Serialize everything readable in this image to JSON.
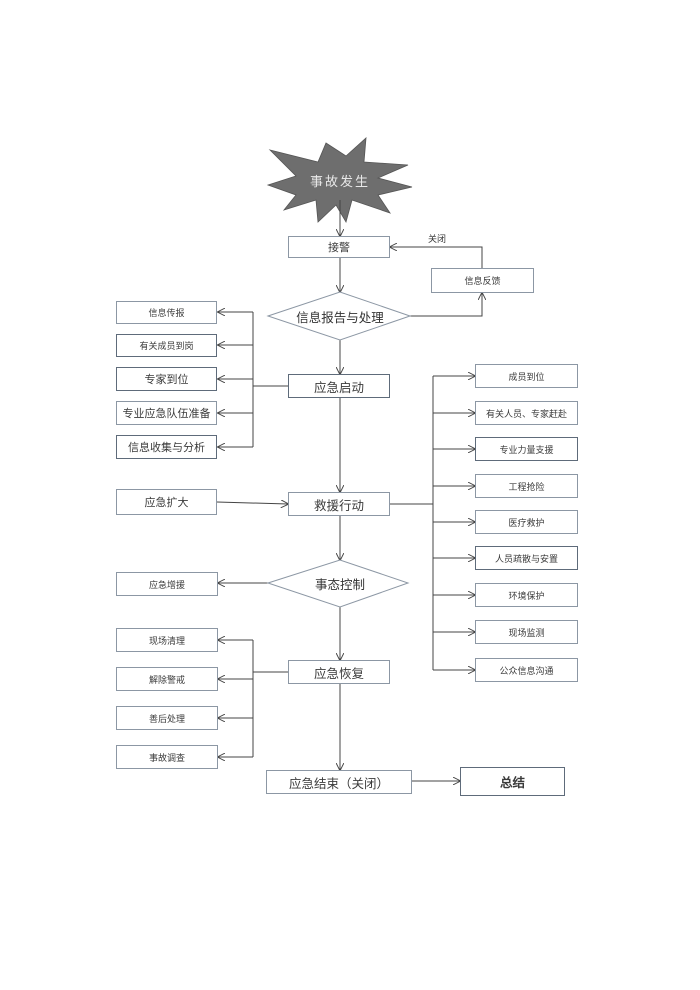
{
  "diagram": {
    "title": "应急响应流程图",
    "start": {
      "label": "事故发生",
      "shape": "starburst",
      "fill": "#6e6e6e"
    },
    "main_flow": [
      {
        "id": "receive",
        "label": "接警",
        "shape": "rect"
      },
      {
        "id": "report",
        "label": "信息报告与处理",
        "shape": "diamond"
      },
      {
        "id": "activate",
        "label": "应急启动",
        "shape": "rect"
      },
      {
        "id": "rescue",
        "label": "救援行动",
        "shape": "rect"
      },
      {
        "id": "control",
        "label": "事态控制",
        "shape": "diamond"
      },
      {
        "id": "recovery",
        "label": "应急恢复",
        "shape": "rect"
      },
      {
        "id": "end",
        "label": "应急结束（关闭）",
        "shape": "rect"
      },
      {
        "id": "summary",
        "label": "总结",
        "shape": "rect"
      }
    ],
    "feedback": {
      "label": "信息反馈",
      "edge_label": "关闭"
    },
    "activate_branches": [
      "信息传报",
      "有关成员到岗",
      "专家到位",
      "专业应急队伍准备",
      "信息收集与分析"
    ],
    "expand": {
      "label": "应急扩大"
    },
    "rescue_branches": [
      "成员到位",
      "有关人员、专家赶赴",
      "专业力量支援",
      "工程抢险",
      "医疗救护",
      "人员疏散与安置",
      "环境保护",
      "现场监测",
      "公众信息沟通"
    ],
    "control_branch": {
      "label": "应急增援"
    },
    "recovery_branches": [
      "现场清理",
      "解除警戒",
      "善后处理",
      "事故调查"
    ],
    "colors": {
      "line": "#444444",
      "border": "#8c97a4",
      "starburst": "#6e6e6e"
    }
  }
}
